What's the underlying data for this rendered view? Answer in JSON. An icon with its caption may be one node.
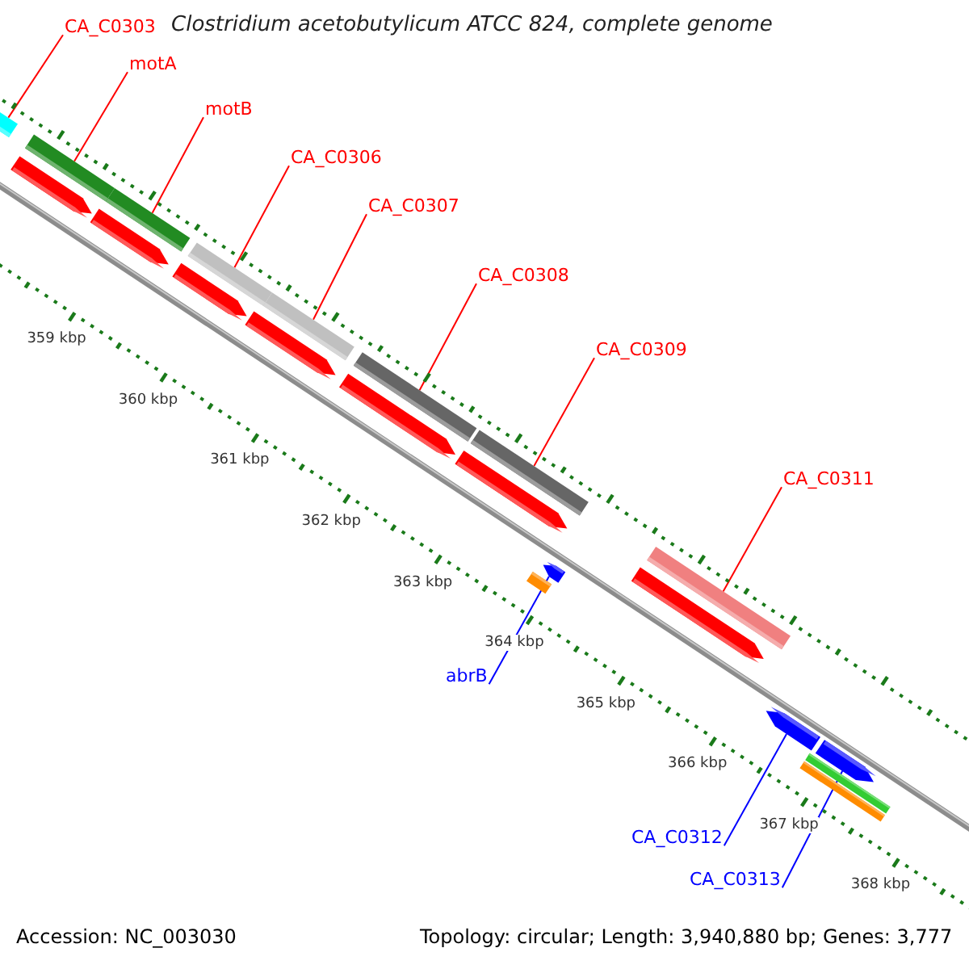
{
  "diagram": {
    "title": "Clostridium acetobutylicum ATCC 824, complete genome",
    "nodes": [
      {
        "text": [
          "CA_C0303"
        ]
      },
      {
        "text": [
          "motA"
        ]
      },
      {
        "text": [
          "motB"
        ]
      },
      {
        "text": [
          "CA_C0306"
        ]
      },
      {
        "text": [
          "CA_C0307"
        ]
      },
      {
        "text": [
          "CA_C0308"
        ]
      },
      {
        "text": [
          "CA_C0309"
        ]
      },
      {
        "text": [
          "CA_C0311"
        ]
      },
      {
        "text": [
          "abrB"
        ]
      },
      {
        "text": [
          "CA_C0312"
        ]
      },
      {
        "text": [
          "CA_C0313"
        ]
      },
      {
        "text": [],
        "shape": "bar"
      },
      {
        "text": [],
        "shape": "bar"
      },
      {
        "text": [],
        "shape": "bar"
      },
      {
        "text": [],
        "shape": "bar"
      },
      {
        "text": [],
        "shape": "bar"
      },
      {
        "text": [],
        "shape": "bar"
      },
      {
        "text": [],
        "shape": "bar"
      },
      {
        "text": [],
        "shape": "bar"
      },
      {
        "text": [],
        "shape": "arrow"
      },
      {
        "text": [],
        "shape": "arrow"
      },
      {
        "text": [],
        "shape": "arrow"
      },
      {
        "text": [],
        "shape": "arrow"
      },
      {
        "text": [],
        "shape": "arrow"
      },
      {
        "text": [],
        "shape": "arrow"
      },
      {
        "text": [],
        "shape": "arrow"
      },
      {
        "text": [],
        "shape": "arrow"
      },
      {
        "text": [],
        "shape": "arrow"
      },
      {
        "text": [],
        "shape": "arrow"
      },
      {
        "text": [],
        "shape": "bar"
      },
      {
        "text": [],
        "shape": "bar"
      },
      {
        "text": [],
        "shape": "bar"
      }
    ],
    "edges": [
      {
        "from": 0,
        "to": 11,
        "arrow": "none"
      },
      {
        "from": 1,
        "to": 12,
        "arrow": "none"
      },
      {
        "from": 2,
        "to": 13,
        "arrow": "none"
      },
      {
        "from": 3,
        "to": 14,
        "arrow": "none"
      },
      {
        "from": 4,
        "to": 15,
        "arrow": "none"
      },
      {
        "from": 5,
        "to": 16,
        "arrow": "none"
      },
      {
        "from": 6,
        "to": 17,
        "arrow": "none"
      },
      {
        "from": 7,
        "to": 18,
        "arrow": "none"
      },
      {
        "from": 8,
        "to": 19,
        "arrow": "none",
        "color": "#0000ff"
      },
      {
        "from": 9,
        "to": 20,
        "arrow": "none",
        "color": "#0000ff"
      },
      {
        "from": 10,
        "to": 21,
        "arrow": "none",
        "color": "#0000ff"
      }
    ],
    "labels": [
      "359 kbp",
      "360 kbp",
      "361 kbp",
      "362 kbp",
      "363 kbp",
      "364 kbp",
      "365 kbp",
      "366 kbp",
      "367 kbp",
      "368 kbp",
      "Accession: NC_003030",
      "Topology: circular; Length: 3,940,880 bp; Genes: 3,777"
    ]
  }
}
